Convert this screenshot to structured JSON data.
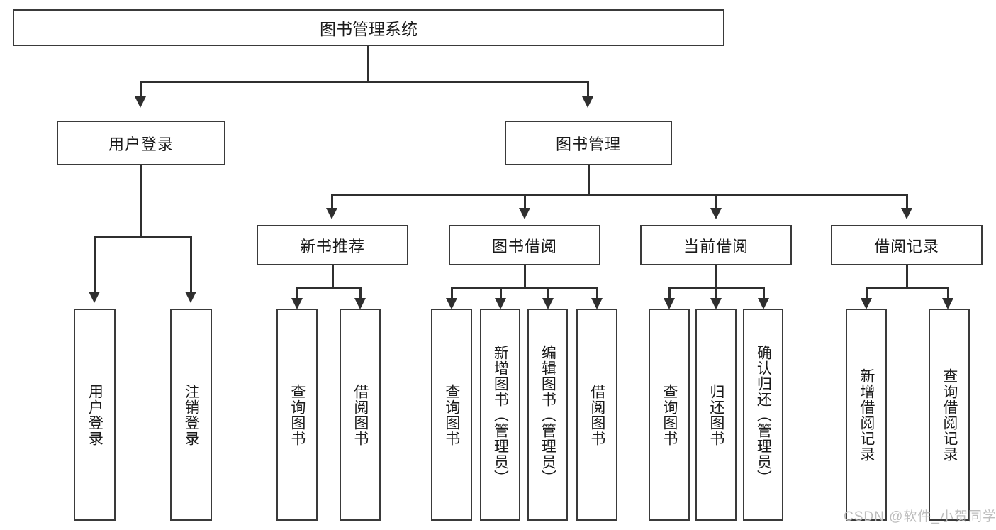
{
  "diagram": {
    "title": "图书管理系统",
    "type": "tree-hierarchy-diagram",
    "root": {
      "label": "图书管理系统"
    },
    "level1": [
      {
        "label": "用户登录"
      },
      {
        "label": "图书管理"
      }
    ],
    "level2": [
      {
        "label": "新书推荐"
      },
      {
        "label": "图书借阅"
      },
      {
        "label": "当前借阅"
      },
      {
        "label": "借阅记录"
      }
    ],
    "leaves_user_login": [
      {
        "label": "用户登录"
      },
      {
        "label": "注销登录"
      }
    ],
    "leaves_new_book": [
      {
        "label": "查询图书"
      },
      {
        "label": "借阅图书"
      }
    ],
    "leaves_borrow": [
      {
        "label": "查询图书"
      },
      {
        "label": "新增图书（管理员）"
      },
      {
        "label": "编辑图书（管理员）"
      },
      {
        "label": "借阅图书"
      }
    ],
    "leaves_current": [
      {
        "label": "查询图书"
      },
      {
        "label": "归还图书"
      },
      {
        "label": "确认归还（管理员）"
      }
    ],
    "leaves_record": [
      {
        "label": "新增借阅记录"
      },
      {
        "label": "查询借阅记录"
      }
    ]
  },
  "watermark": {
    "text": "CSDN @软件_小贺同学"
  },
  "colors": {
    "box_border": "#3a3a3a",
    "line": "#2f2f2f",
    "text": "#1a1a1a",
    "background": "#ffffff",
    "watermark": "#bdbdbd"
  }
}
